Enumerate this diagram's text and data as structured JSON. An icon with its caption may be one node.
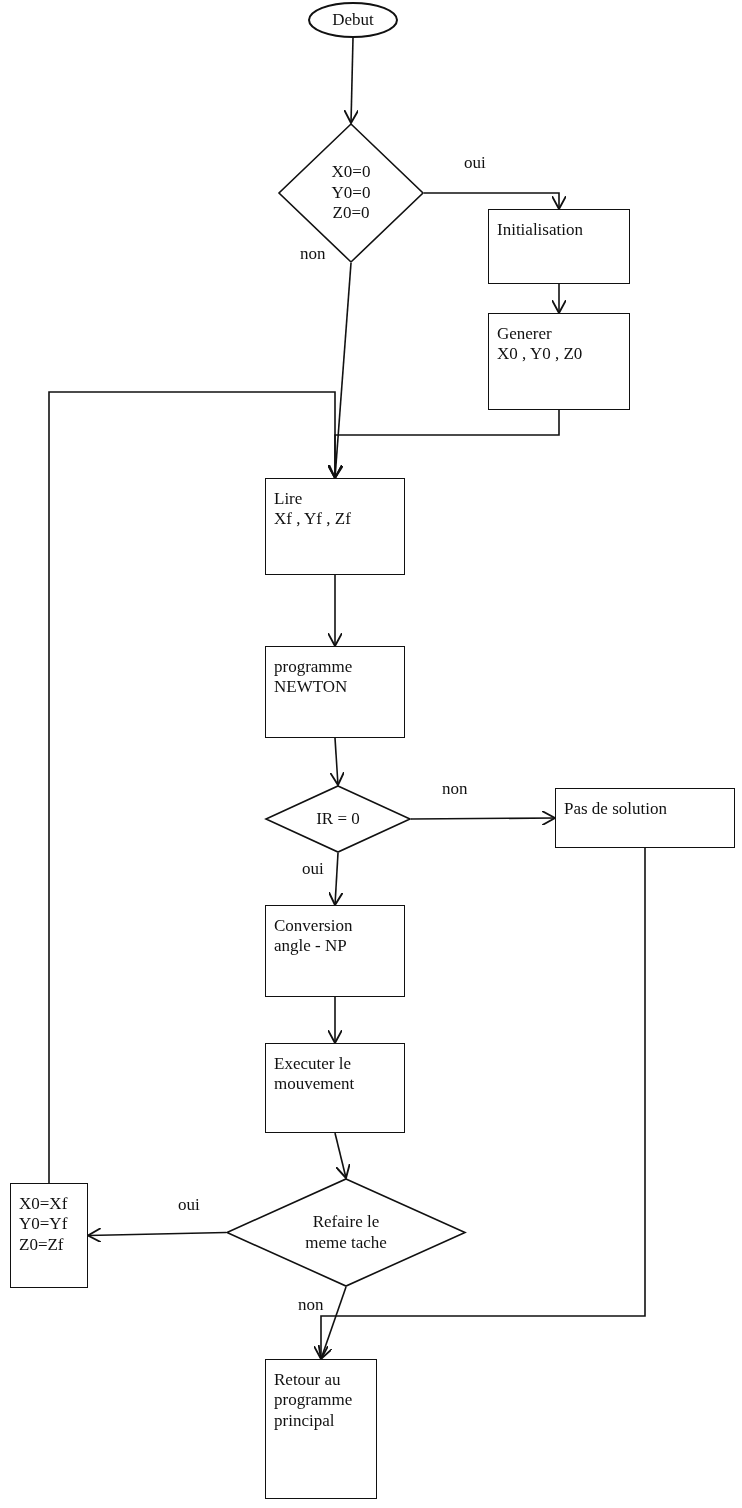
{
  "diagram": {
    "nodes": [
      {
        "text": [
          "Debut"
        ]
      },
      {
        "text": [
          "X0=0 Y0=0 Z0=0"
        ]
      },
      {
        "text": [
          "Initialisation"
        ]
      },
      {
        "text": [
          "Generer",
          "X0 , Y0 , Z0"
        ]
      },
      {
        "text": [
          "Lire",
          "Xf , Yf , Zf"
        ]
      },
      {
        "text": [
          "programme NEWTON"
        ]
      },
      {
        "text": [
          "IR = 0"
        ]
      },
      {
        "text": [
          "Pas de solution"
        ]
      },
      {
        "text": [
          "Conversion angle - NP"
        ]
      },
      {
        "text": [
          "Executer le mouvement"
        ]
      },
      {
        "text": [
          "Refaire le meme tache"
        ]
      },
      {
        "text": [
          "X0=Xf Y0=Yf Z0=Zf"
        ]
      },
      {
        "text": [
          "Retour au programme principal"
        ]
      }
    ],
    "edges": [
      {
        "from": 0,
        "to": 1,
        "arrow": "to"
      },
      {
        "from": 1,
        "to": 2,
        "arrow": "to",
        "label": "oui"
      },
      {
        "from": 1,
        "to": 4,
        "arrow": "to",
        "label": "non"
      },
      {
        "from": 2,
        "to": 3,
        "arrow": "to"
      },
      {
        "from": 3,
        "to": 4,
        "arrow": "to"
      },
      {
        "from": 11,
        "to": 4,
        "arrow": "to"
      },
      {
        "from": 4,
        "to": 5,
        "arrow": "to"
      },
      {
        "from": 5,
        "to": 6,
        "arrow": "to"
      },
      {
        "from": 6,
        "to": 7,
        "arrow": "to",
        "label": "non"
      },
      {
        "from": 6,
        "to": 8,
        "arrow": "to",
        "label": "oui"
      },
      {
        "from": 8,
        "to": 9,
        "arrow": "to"
      },
      {
        "from": 9,
        "to": 10,
        "arrow": "to"
      },
      {
        "from": 10,
        "to": 11,
        "arrow": "to",
        "label": "oui"
      },
      {
        "from": 10,
        "to": 12,
        "arrow": "to",
        "label": "non"
      },
      {
        "from": 7,
        "to": 12,
        "arrow": "to"
      }
    ]
  }
}
